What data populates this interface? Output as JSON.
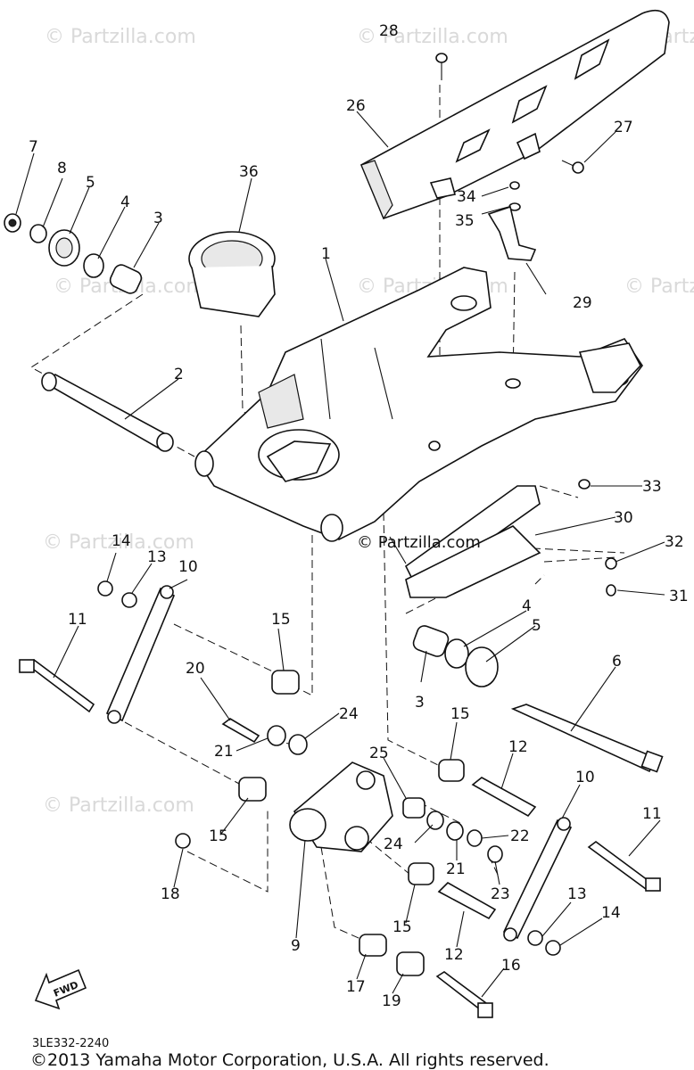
{
  "watermark": "© Partzilla.com",
  "center_watermark": "© Partzilla.com",
  "callouts": [
    "1",
    "2",
    "3",
    "4",
    "5",
    "6",
    "7",
    "8",
    "9",
    "10",
    "11",
    "12",
    "13",
    "14",
    "15",
    "16",
    "17",
    "18",
    "19",
    "20",
    "21",
    "22",
    "23",
    "24",
    "25",
    "26",
    "27",
    "28",
    "29",
    "30",
    "31",
    "32",
    "33",
    "34",
    "35",
    "36"
  ],
  "fwd_label": "FWD",
  "drawing_code": "3LE332-2240",
  "copyright": "©2013 Yamaha Motor Corporation, U.S.A. All rights reserved."
}
